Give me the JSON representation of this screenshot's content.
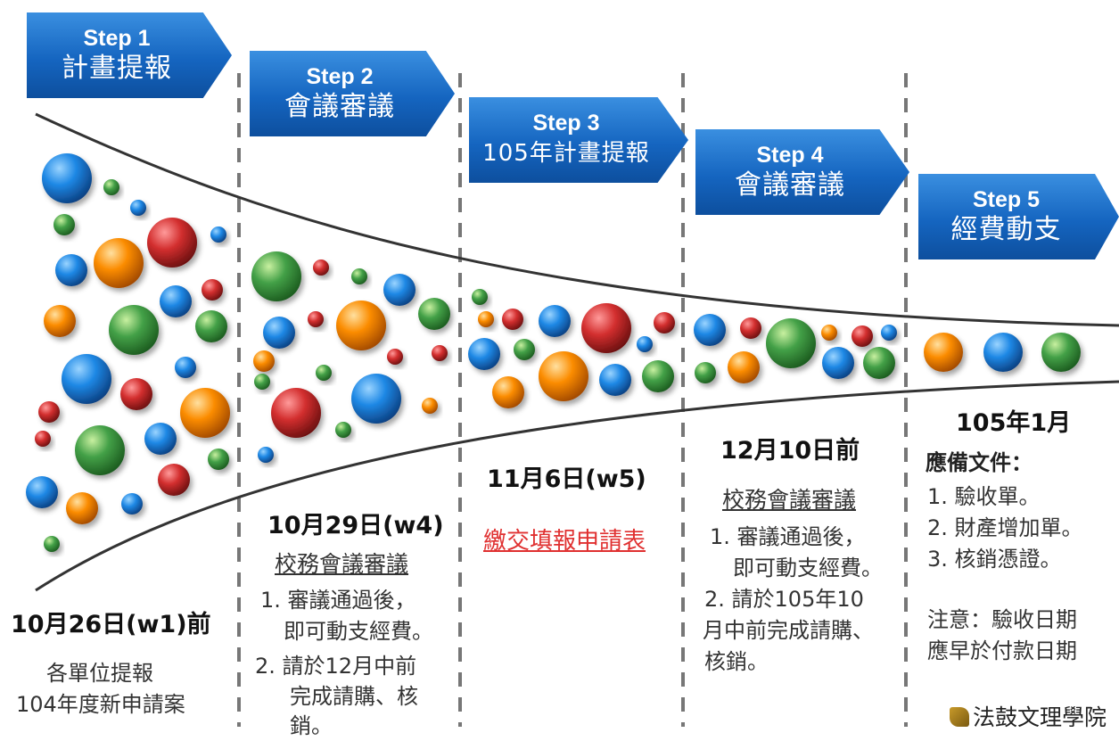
{
  "steps": [
    {
      "num": "Step 1",
      "title": "計畫提報"
    },
    {
      "num": "Step 2",
      "title": "會議審議"
    },
    {
      "num": "Step 3",
      "title": "105年計畫提報"
    },
    {
      "num": "Step 4",
      "title": "會議審議"
    },
    {
      "num": "Step 5",
      "title": "經費動支"
    }
  ],
  "stage1": {
    "date": "10月26日(w1)前",
    "line1": "各單位提報",
    "line2": "104年度新申請案"
  },
  "stage2": {
    "date": "10月29日(w4)",
    "sub": "校務會議審議",
    "l1": "1. 審議通過後，",
    "l2": "即可動支經費。",
    "l3": "2. 請於12月中前",
    "l4": "完成請購、核",
    "l5": "銷。"
  },
  "stage3": {
    "date": "11月6日(w5)",
    "red": "繳交填報申請表"
  },
  "stage4": {
    "date": "12月10日前",
    "sub": "校務會議審議",
    "l1": "1. 審議通過後，",
    "l2": "即可動支經費。",
    "l3": "2. 請於105年10",
    "l4": "月中前完成請購、",
    "l5": "核銷。"
  },
  "stage5": {
    "date": "105年1月",
    "head": "應備文件：",
    "l1": "1. 驗收單。",
    "l2": "2. 財產增加單。",
    "l3": "3. 核銷憑證。",
    "n1": "注意：驗收日期",
    "n2": "應早於付款日期"
  },
  "logo": "法鼓文理學院",
  "colors": {
    "blue": "#1e88e5",
    "orange": "#fb8c00",
    "red": "#d32f2f",
    "green": "#43a047",
    "arrow": "#1565c0",
    "divider": "#777777"
  }
}
